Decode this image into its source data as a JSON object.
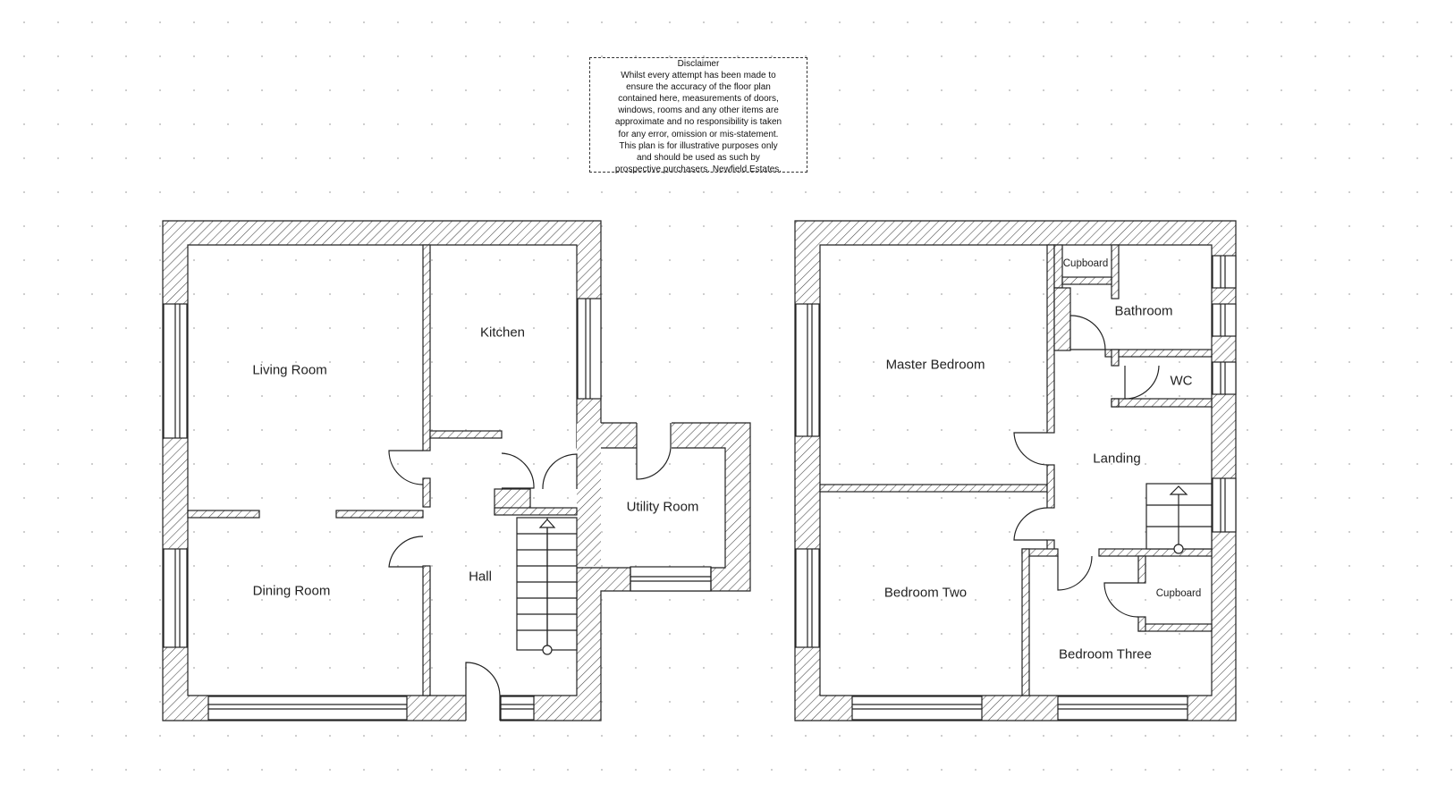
{
  "disclaimer": {
    "title": "Disclaimer",
    "lines": [
      "Whilst every attempt has been made to",
      "ensure the accuracy of the floor plan",
      "contained here, measurements of doors,",
      "windows, rooms and any other items are",
      "approximate and no responsibility is taken",
      "for any error, omission or mis-statement.",
      "This plan is for illustrative purposes only",
      "and should be used as such by",
      "prospective purchasers. Newfield Estates."
    ]
  },
  "ground_floor": {
    "rooms": {
      "living_room": "Living Room",
      "kitchen": "Kitchen",
      "utility_room": "Utility Room",
      "dining_room": "Dining Room",
      "hall": "Hall"
    }
  },
  "first_floor": {
    "rooms": {
      "master_bedroom": "Master Bedroom",
      "cupboard_top": "Cupboard",
      "bathroom": "Bathroom",
      "wc": "WC",
      "landing": "Landing",
      "bedroom_two": "Bedroom Two",
      "cupboard_bottom": "Cupboard",
      "bedroom_three": "Bedroom Three"
    }
  },
  "colors": {
    "wall_line": "#222222",
    "hatch": "#444444",
    "background": "#ffffff"
  }
}
